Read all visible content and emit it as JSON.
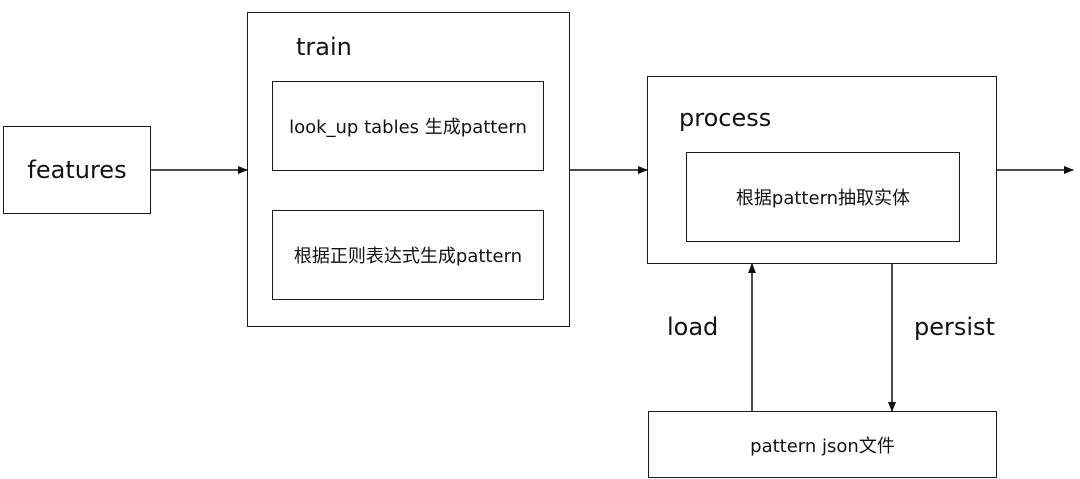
{
  "features": {
    "label": "features"
  },
  "train": {
    "title": "train",
    "items": [
      {
        "label": "look_up tables 生成pattern"
      },
      {
        "label": "根据正则表达式生成pattern"
      }
    ]
  },
  "process": {
    "title": "process",
    "items": [
      {
        "label": "根据pattern抽取实体"
      }
    ]
  },
  "storage": {
    "label": "pattern json文件"
  },
  "edges": {
    "load": "load",
    "persist": "persist"
  }
}
